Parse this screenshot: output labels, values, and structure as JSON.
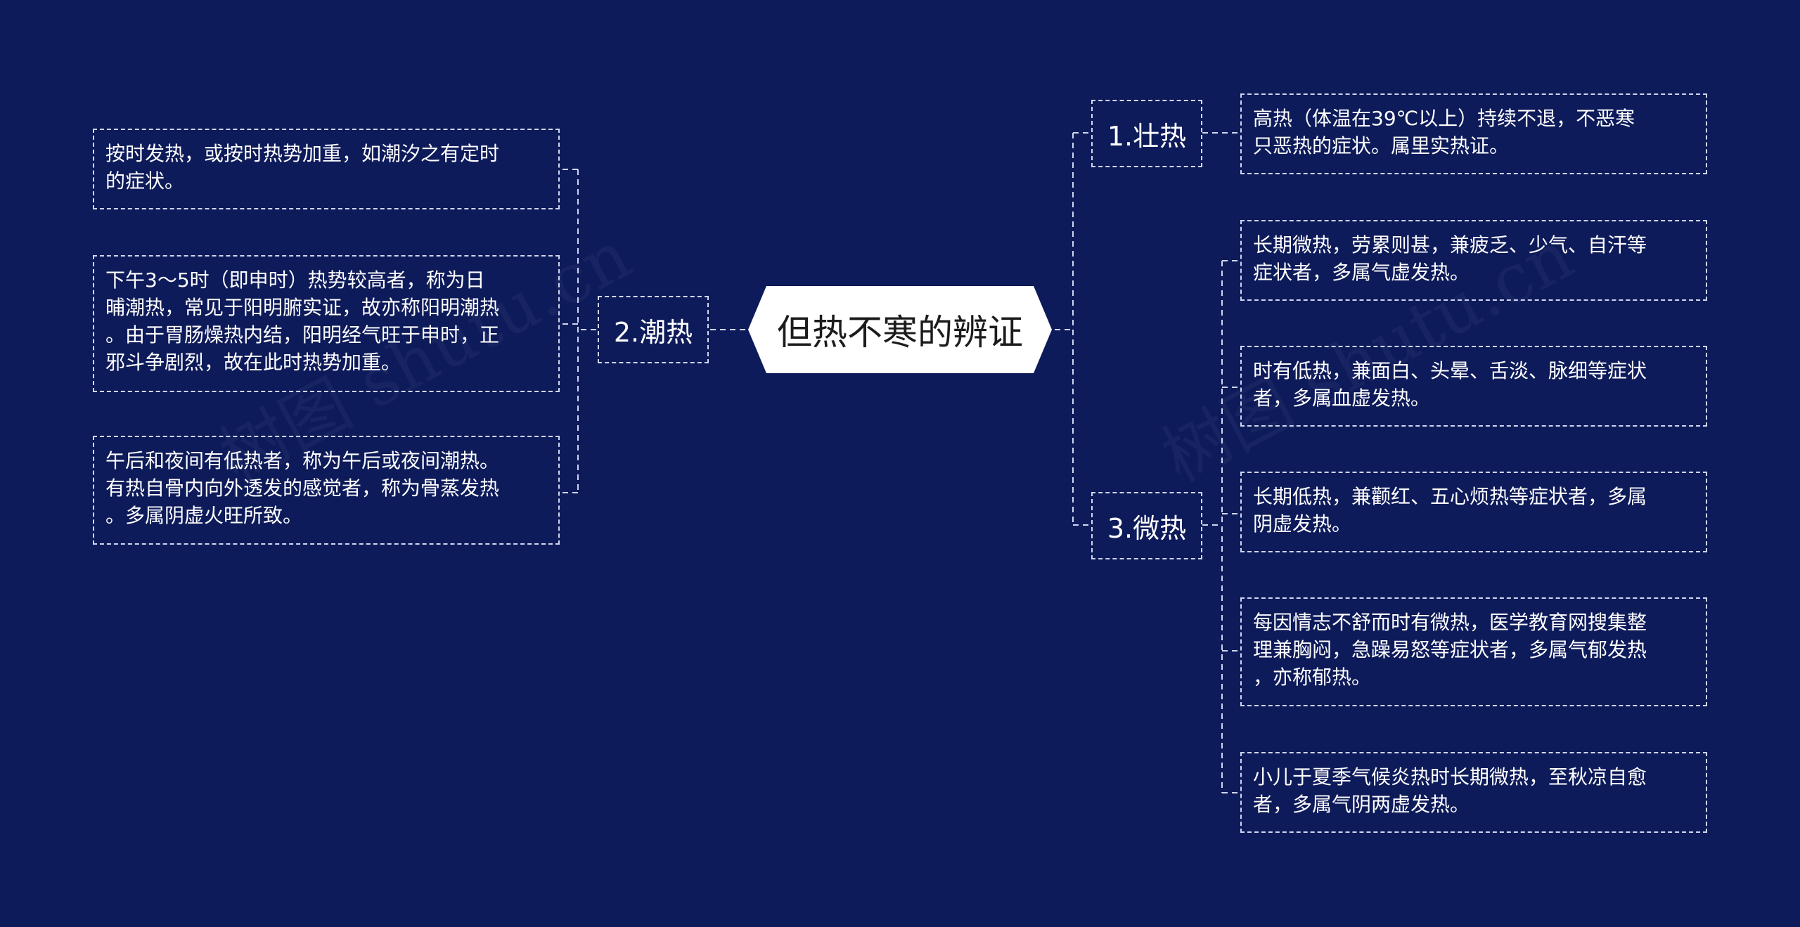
{
  "title": "但热不寒的辨证",
  "watermark": "树图 shutu.cn",
  "colors": {
    "background": "#0e1b5a",
    "line": "#cfd6ee",
    "center_fill": "#ffffff",
    "text": "#ffffff"
  },
  "branches": {
    "b1": {
      "label": "1.壮热",
      "items": [
        "高热（体温在39℃以上）持续不退，不恶寒\n只恶热的症状。属里实热证。"
      ]
    },
    "b2": {
      "label": "2.潮热",
      "items": [
        "按时发热，或按时热势加重，如潮汐之有定时\n的症状。",
        "下午3～5时（即申时）热势较高者，称为日\n晡潮热，常见于阳明腑实证，故亦称阳明潮热\n。由于胃肠燥热内结，阳明经气旺于申时，正\n邪斗争剧烈，故在此时热势加重。",
        "午后和夜间有低热者，称为午后或夜间潮热。\n有热自骨内向外透发的感觉者，称为骨蒸发热\n。多属阴虚火旺所致。"
      ]
    },
    "b3": {
      "label": "3.微热",
      "items": [
        "长期微热，劳累则甚，兼疲乏、少气、自汗等\n症状者，多属气虚发热。",
        "时有低热，兼面白、头晕、舌淡、脉细等症状\n者，多属血虚发热。",
        "长期低热，兼颧红、五心烦热等症状者，多属\n阴虚发热。",
        "每因情志不舒而时有微热，医学教育网搜集整\n理兼胸闷，急躁易怒等症状者，多属气郁发热\n，亦称郁热。",
        "小儿于夏季气候炎热时长期微热，至秋凉自愈\n者，多属气阴两虚发热。"
      ]
    }
  }
}
